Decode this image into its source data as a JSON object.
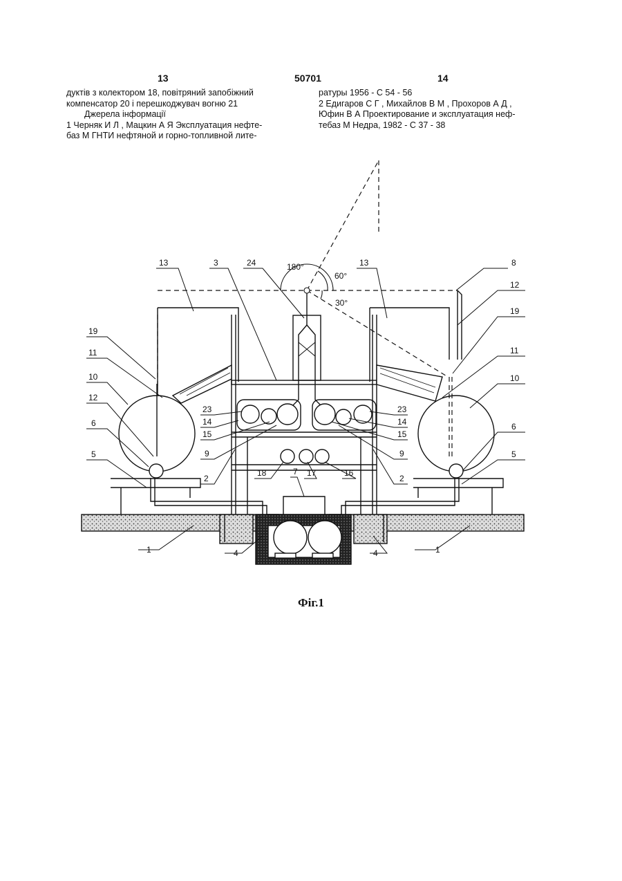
{
  "header": {
    "page_left": "13",
    "patent_number": "50701",
    "page_right": "14"
  },
  "text": {
    "left_col": [
      "дуктів з колектором 18, повітряний запобіжний",
      "компенсатор 20 і перешкоджувач вогню 21",
      "Джерела інформації",
      "1 Черняк И Л , Мацкин А Я Эксплуатация нефте-",
      "баз М ГНТИ нефтяной и горно-топливной лите-"
    ],
    "right_col": [
      "ратуры 1956 - С 54 - 56",
      "2 Едигаров С Г , Михайлов В М , Прохоров А Д ,",
      "Юфин В А Проектирование и эксплуатация неф-",
      "тебаз М Недра, 1982 - С 37 - 38"
    ]
  },
  "figure": {
    "angles": {
      "a180": "180°",
      "a60": "60°",
      "a30": "30°"
    },
    "labels": {
      "l1": "1",
      "l2": "2",
      "l3": "3",
      "l4": "4",
      "l5": "5",
      "l6": "6",
      "l7": "7",
      "l8": "8",
      "l9": "9",
      "l10": "10",
      "l11": "11",
      "l12": "12",
      "l13": "13",
      "l14": "14",
      "l15": "15",
      "l16": "16",
      "l17": "17",
      "l18": "18",
      "l19": "19",
      "l23": "23",
      "l24": "24"
    },
    "caption": "Фіг.1"
  }
}
